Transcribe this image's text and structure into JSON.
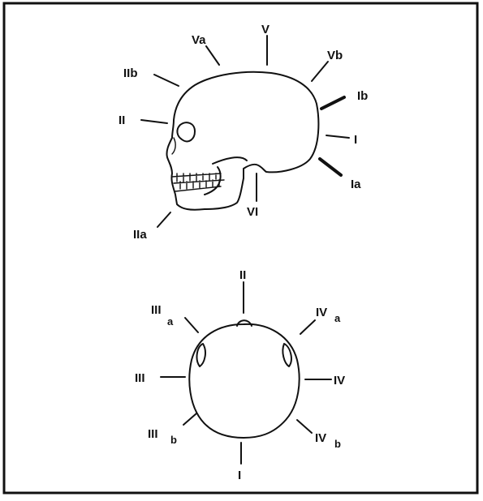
{
  "lateral": {
    "labels": {
      "V": "V",
      "Va": "Va",
      "Vb": "Vb",
      "IIb": "IIb",
      "II": "II",
      "IIa": "IIa",
      "Ib": "Ib",
      "I": "I",
      "Ia": "Ia",
      "VI": "VI"
    }
  },
  "superior": {
    "labels": {
      "II": "II",
      "III_main": "III",
      "III_a_sub": "a",
      "III": "III",
      "III_b_sub": "b",
      "IV_a_main": "IV",
      "IV_a_sub": "a",
      "IV": "IV",
      "IV_b_main": "IV",
      "IV_b_sub": "b",
      "I": "I"
    }
  }
}
